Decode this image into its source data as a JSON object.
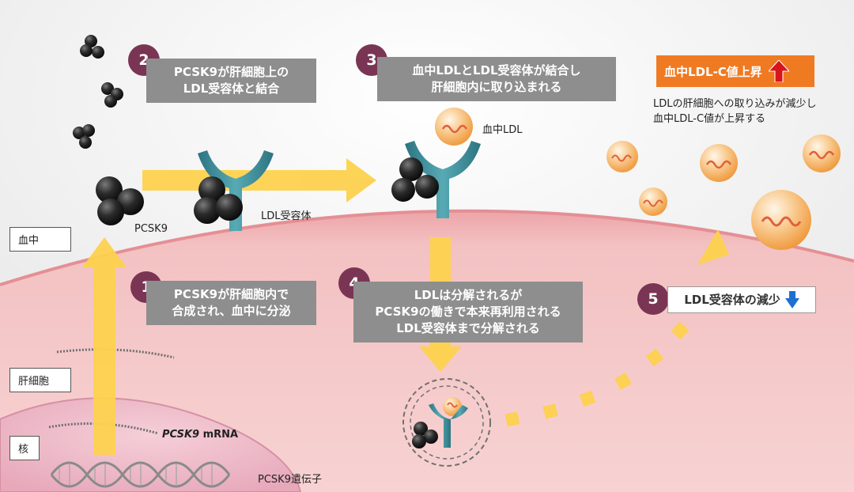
{
  "regions": {
    "blood": "血中",
    "liver_cell": "肝細胞",
    "nucleus": "核"
  },
  "labels": {
    "pcsk9": "PCSK9",
    "ldl_receptor": "LDL受容体",
    "blood_ldl": "血中LDL",
    "mrna_italic": "PCSK9",
    "mrna_suffix": "mRNA",
    "gene": "PCSK9遺伝子"
  },
  "steps": [
    {
      "number": "1",
      "lines": [
        "PCSK9が肝細胞内で",
        "合成され、血中に分泌"
      ]
    },
    {
      "number": "2",
      "lines": [
        "PCSK9が肝細胞上の",
        "LDL受容体と結合"
      ]
    },
    {
      "number": "3",
      "lines": [
        "血中LDLとLDL受容体が結合し",
        "肝細胞内に取り込まれる"
      ]
    },
    {
      "number": "4",
      "lines": [
        "LDLは分解されるが",
        "PCSK9の働きで本来再利用される",
        "LDL受容体まで分解される"
      ]
    },
    {
      "number": "5",
      "lines": [
        "LDL受容体の減少"
      ]
    }
  ],
  "result": {
    "title": "血中LDL-C値上昇",
    "note_lines": [
      "LDLの肝細胞への取り込みが減少し",
      "血中LDL-C値が上昇する"
    ]
  },
  "colors": {
    "badge": "#7a3554",
    "step_box": "#8e8e8e",
    "arrow": "#fdd24e",
    "alert": "#f07a22",
    "receptor": "#3f8f9a",
    "cell": "#f2b8b9",
    "ldl": "#f6a94d"
  }
}
